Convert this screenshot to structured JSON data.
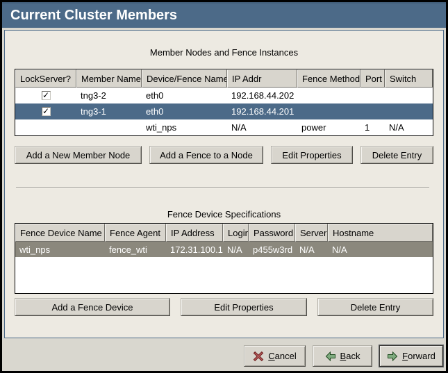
{
  "window": {
    "title": "Current Cluster Members"
  },
  "colors": {
    "titlebar": "#4c6a88",
    "selected_row_active": "#4c6a88",
    "selected_row_inactive": "#8b887d",
    "panel_background": "#edeae2",
    "button_face": "#d8d5cd"
  },
  "icons": {
    "check": "✓",
    "cancel_x": "cancel-x-icon",
    "back_arrow": "left-arrow-icon",
    "forward_arrow": "right-arrow-icon"
  },
  "members_section": {
    "caption": "Member Nodes and Fence Instances",
    "columns": [
      "LockServer?",
      "Member Name",
      "Device/Fence Name",
      "IP Addr",
      "Fence Method",
      "Port",
      "Switch"
    ],
    "rows": [
      {
        "lockserver_checked": true,
        "selected": false,
        "cells": [
          "",
          "tng3-2",
          "eth0",
          "192.168.44.202",
          "",
          "",
          ""
        ]
      },
      {
        "lockserver_checked": true,
        "selected": true,
        "cells": [
          "",
          "tng3-1",
          "eth0",
          "192.168.44.201",
          "",
          "",
          ""
        ]
      },
      {
        "lockserver_checked": false,
        "selected": false,
        "cells": [
          "",
          "",
          "wti_nps",
          "N/A",
          "power",
          "1",
          "N/A"
        ]
      }
    ],
    "buttons": [
      "Add a New Member Node",
      "Add a Fence to a Node",
      "Edit Properties",
      "Delete Entry"
    ]
  },
  "fence_section": {
    "caption": "Fence Device Specifications",
    "columns": [
      "Fence Device Name",
      "Fence Agent",
      "IP Address",
      "Login",
      "Password",
      "Server",
      "Hostname"
    ],
    "rows": [
      {
        "selected": true,
        "cells": [
          "wti_nps",
          "fence_wti",
          "172.31.100.1",
          "N/A",
          "p455w3rd",
          "N/A",
          "N/A"
        ]
      }
    ],
    "buttons": [
      "Add a Fence Device",
      "Edit Properties",
      "Delete Entry"
    ]
  },
  "footer": {
    "cancel": {
      "key": "C",
      "rest": "ancel"
    },
    "back": {
      "key": "B",
      "rest": "ack"
    },
    "forward": {
      "key": "F",
      "rest": "orward"
    }
  }
}
